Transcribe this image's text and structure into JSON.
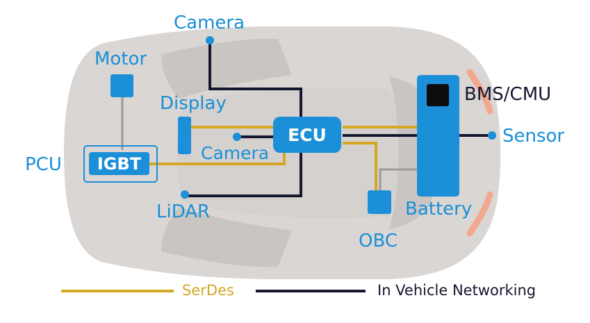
{
  "colors": {
    "accent_blue": "#1b8fd8",
    "serdes_gold": "#d4a822",
    "network_navy": "#15172e",
    "car_body": "#d9d5d3",
    "car_window": "#c8c4c2",
    "tail_light": "#f2a58f"
  },
  "components": {
    "camera_top": "Camera",
    "motor": "Motor",
    "display": "Display",
    "ecu": "ECU",
    "camera_inner": "Camera",
    "igbt": "IGBT",
    "pcu": "PCU",
    "lidar": "LiDAR",
    "bms": "BMS/CMU",
    "sensor": "Sensor",
    "battery": "Battery",
    "obc": "OBC"
  },
  "legend": {
    "serdes": "SerDes",
    "ivn": "In Vehicle Networking"
  }
}
